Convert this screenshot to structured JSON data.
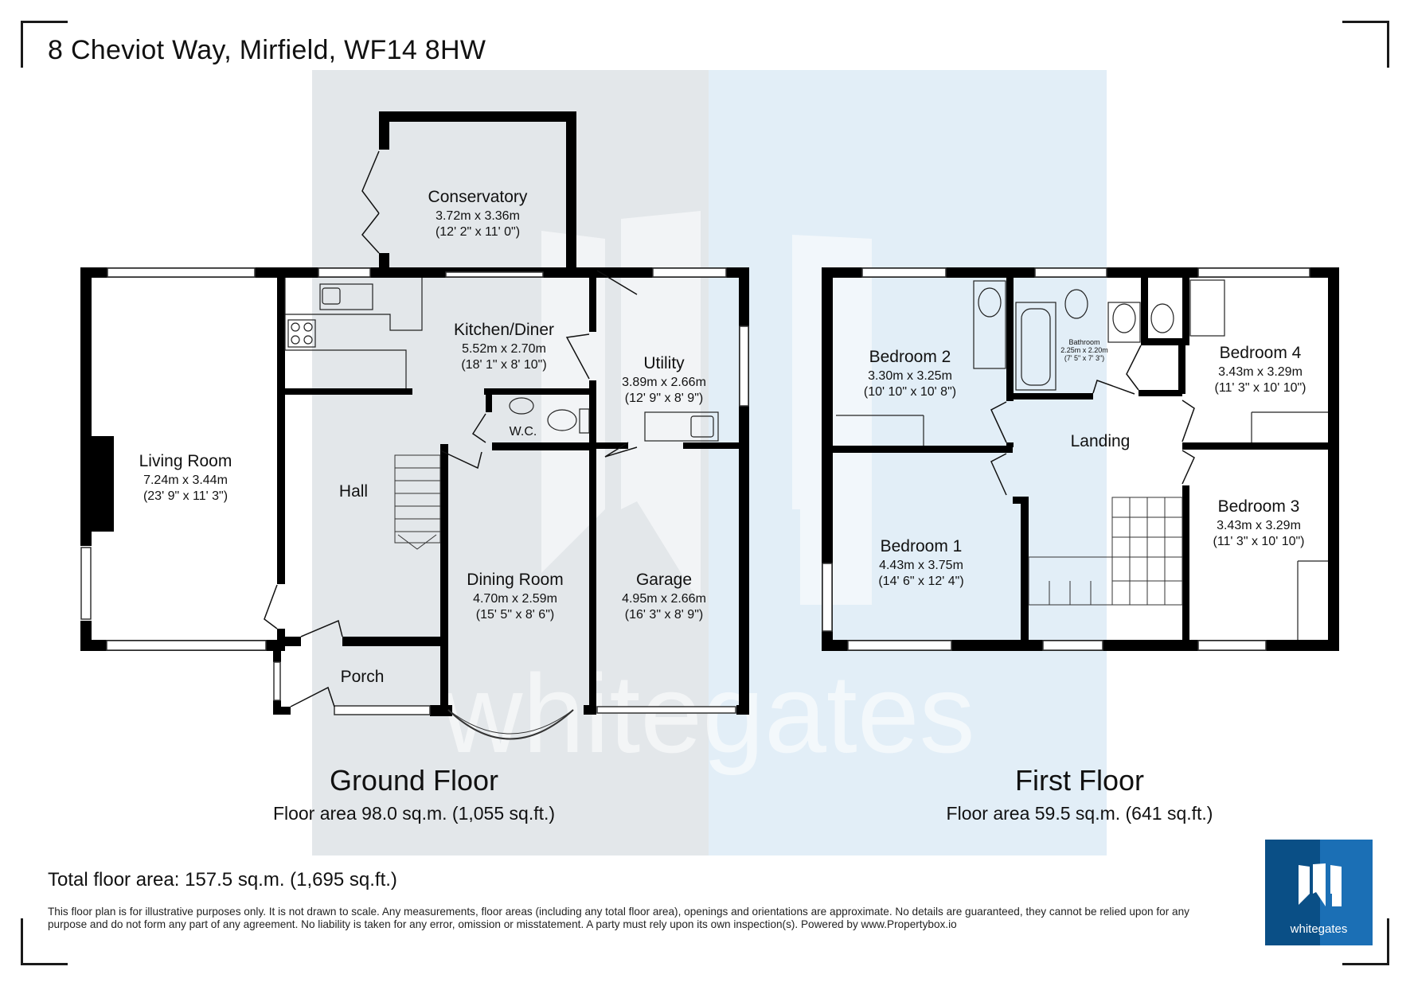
{
  "address": "8 Cheviot Way, Mirfield, WF14 8HW",
  "watermark": "whitegates",
  "rooms": {
    "conservatory": {
      "name": "Conservatory",
      "metric": "3.72m x 3.36m",
      "imperial": "(12' 2\" x 11' 0\")"
    },
    "kitchen": {
      "name": "Kitchen/Diner",
      "metric": "5.52m x 2.70m",
      "imperial": "(18' 1\" x 8' 10\")"
    },
    "utility": {
      "name": "Utility",
      "metric": "3.89m x 2.66m",
      "imperial": "(12' 9\" x 8' 9\")"
    },
    "living": {
      "name": "Living Room",
      "metric": "7.24m x 3.44m",
      "imperial": "(23' 9\" x 11' 3\")"
    },
    "hall": {
      "name": "Hall"
    },
    "wc": {
      "name": "W.C."
    },
    "dining": {
      "name": "Dining Room",
      "metric": "4.70m x 2.59m",
      "imperial": "(15' 5\" x 8' 6\")"
    },
    "garage": {
      "name": "Garage",
      "metric": "4.95m x 2.66m",
      "imperial": "(16' 3\" x 8' 9\")"
    },
    "porch": {
      "name": "Porch"
    },
    "bedroom2": {
      "name": "Bedroom 2",
      "metric": "3.30m x 3.25m",
      "imperial": "(10' 10\" x 10' 8\")"
    },
    "bathroom": {
      "name": "Bathroom",
      "metric": "2.25m x 2.20m",
      "imperial": "(7' 5\" x 7' 3\")"
    },
    "bedroom4": {
      "name": "Bedroom 4",
      "metric": "3.43m x 3.29m",
      "imperial": "(11' 3\" x 10' 10\")"
    },
    "landing": {
      "name": "Landing"
    },
    "bedroom1": {
      "name": "Bedroom 1",
      "metric": "4.43m x 3.75m",
      "imperial": "(14' 6\" x 12' 4\")"
    },
    "bedroom3": {
      "name": "Bedroom 3",
      "metric": "3.43m x 3.29m",
      "imperial": "(11' 3\" x 10' 10\")"
    }
  },
  "floors": {
    "ground": {
      "title": "Ground Floor",
      "area": "Floor area 98.0 sq.m. (1,055 sq.ft.)"
    },
    "first": {
      "title": "First Floor",
      "area": "Floor area 59.5 sq.m. (641 sq.ft.)"
    }
  },
  "total_area": "Total floor area: 157.5 sq.m. (1,695 sq.ft.)",
  "disclaimer": "This floor plan is for illustrative purposes only. It is not drawn to scale. Any measurements, floor areas (including any total floor area), openings and orientations are approximate. No details are guaranteed, they cannot be relied upon for any purpose and do not form any part of any agreement. No liability is taken for any error, omission or misstatement. A party must rely upon its own inspection(s). Powered by www.Propertybox.io",
  "logo_text": "whitegates",
  "colors": {
    "wall": "#000000",
    "bg_grey": "#e3e7ea",
    "bg_blue": "#e2eef7",
    "logo_dark": "#0a4f86",
    "logo_light": "#1b6fb5"
  }
}
